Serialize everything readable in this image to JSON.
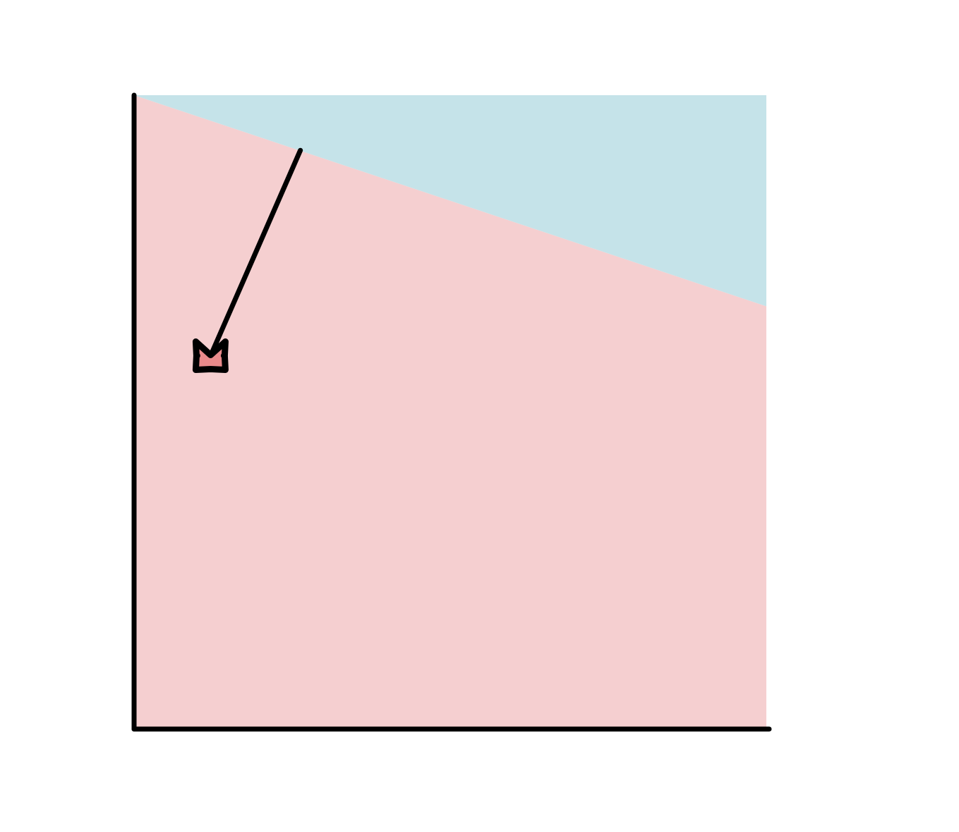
{
  "colors": {
    "background": "#ffffff",
    "region_positive": "#c5e3e9",
    "region_negative": "#f5cfd0",
    "marker_fill": "#e98a8b",
    "stroke": "#000000"
  },
  "chart_data": {
    "type": "diagram",
    "xlim": [
      0,
      1
    ],
    "ylim": [
      0,
      1
    ],
    "title": "",
    "xlabel": "",
    "ylabel": "",
    "boundary": {
      "left_y": 1.0,
      "right_y": 0.667
    },
    "regions": [
      {
        "side": "above",
        "color_key": "region_positive"
      },
      {
        "side": "below",
        "color_key": "region_negative"
      }
    ],
    "points": [
      {
        "x": 0.121,
        "y": 0.589,
        "marker": "x",
        "color_key": "marker_fill"
      }
    ],
    "projections": [
      {
        "from_point": 0,
        "to": [
          0.263,
          0.913
        ]
      }
    ]
  }
}
